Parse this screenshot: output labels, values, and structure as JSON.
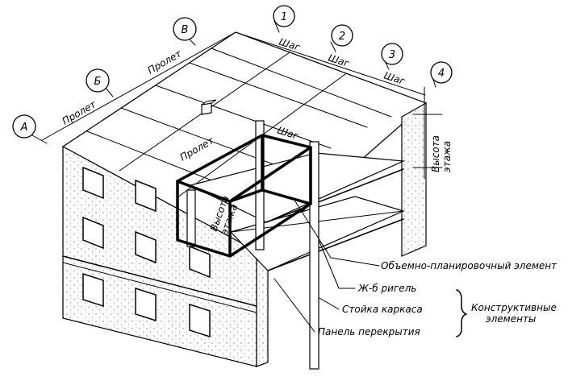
{
  "axes_letters": [
    "А",
    "Б",
    "В"
  ],
  "axes_numbers": [
    "1",
    "2",
    "3",
    "4"
  ],
  "dimensions": {
    "span": "Пролет",
    "step": "Шаг",
    "floor_height": "Высота этажа",
    "floor_height_line1": "Высота",
    "floor_height_line2": "этажа"
  },
  "callouts": {
    "volume_element": "Объемно-планировочный элемент",
    "beam": "Ж-б ригель",
    "column": "Стойка каркаса",
    "slab": "Панель перекрытия",
    "group": "Конструктивные элементы",
    "group_line1": "Конструктивные",
    "group_line2": "элементы"
  }
}
